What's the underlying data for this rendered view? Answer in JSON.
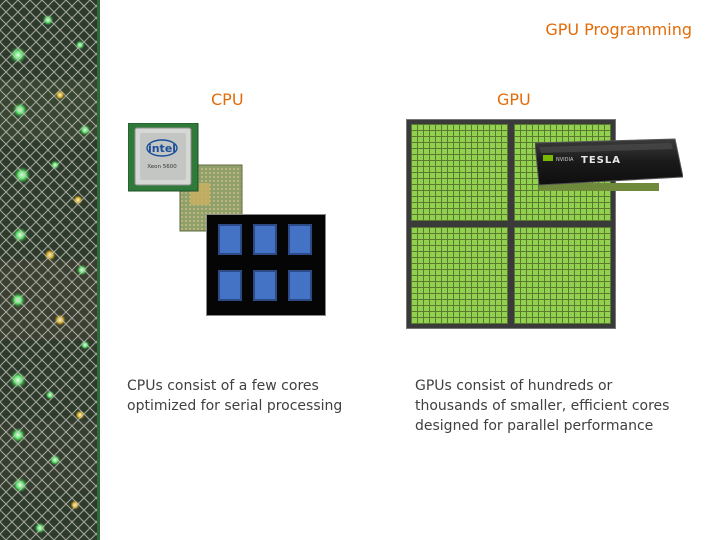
{
  "slide": {
    "title": "GPU Programming"
  },
  "cpu": {
    "heading": "CPU",
    "caption_lines": [
      "CPUs consist of a few cores",
      "optimized for serial processing"
    ],
    "chip_brand": "intel",
    "chip_model": "Xeon 5600",
    "core_count": 6
  },
  "gpu": {
    "heading": "GPU",
    "caption_lines": [
      "GPUs consist of hundreds or",
      "thousands of smaller, efficient cores",
      "designed for parallel performance"
    ],
    "card_brand": "NVIDIA",
    "card_model": "TESLA"
  },
  "colors": {
    "heading": "#e36c09",
    "caption": "#404040",
    "cpu_core": "#4472c4",
    "gpu_core": "#92d050",
    "strip_accent": "#2f6b3a"
  }
}
